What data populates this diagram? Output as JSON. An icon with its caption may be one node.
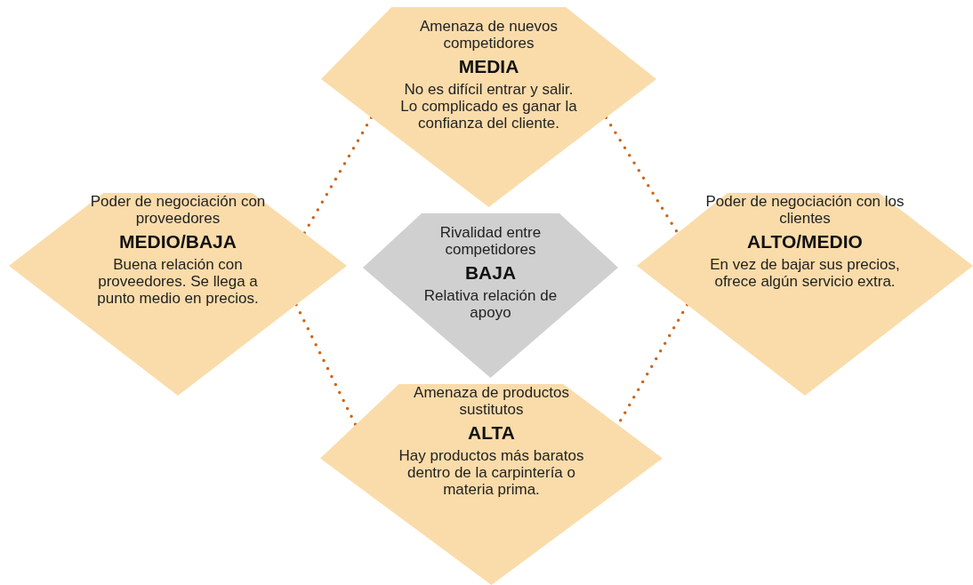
{
  "diagram": {
    "nodes": [
      {
        "text": [
          "Amenaza de nuevos competidores",
          "MEDIA",
          "No es difícil entrar y salir. Lo complicado es ganar la confianza del cliente."
        ]
      },
      {
        "text": [
          "Poder de negociación con proveedores",
          "MEDIO/BAJA",
          "Buena relación con proveedores. Se llega a punto medio en precios."
        ]
      },
      {
        "text": [
          "Rivalidad entre competidores",
          "BAJA",
          "Relativa relación de apoyo"
        ]
      },
      {
        "text": [
          "Poder de negociación con los clientes",
          "ALTO/MEDIO",
          "En vez de bajar sus precios, ofrece algún servicio extra."
        ]
      },
      {
        "text": [
          "Amenaza de productos sustitutos",
          "ALTA",
          "Hay productos más baratos dentro de la carpintería o materia prima."
        ]
      }
    ],
    "edges": [
      {
        "from": 0,
        "to": 1,
        "arrow": "none"
      },
      {
        "from": 0,
        "to": 3,
        "arrow": "none"
      },
      {
        "from": 1,
        "to": 4,
        "arrow": "none"
      },
      {
        "from": 3,
        "to": 4,
        "arrow": "none"
      }
    ]
  }
}
